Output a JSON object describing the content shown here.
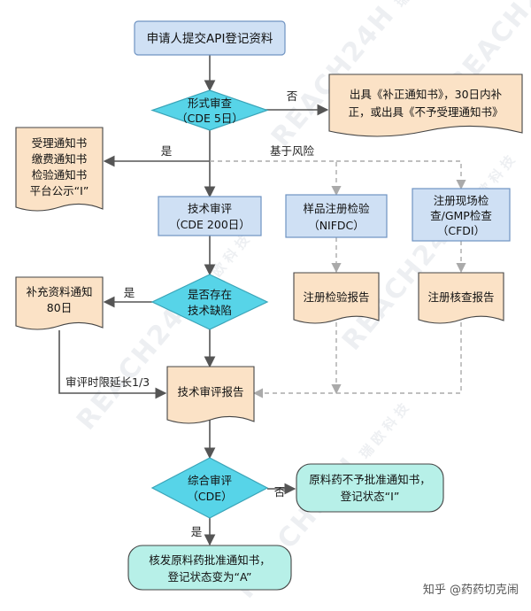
{
  "nodes": {
    "apply": "申请人提交API登记资料",
    "formal_review": [
      "形式审查",
      "（CDE 5日）"
    ],
    "formal_reject": [
      "出具《补正通知书》，30日内补",
      "正，或出具《不予受理通知书》"
    ],
    "accept_notices": [
      "受理通知书",
      "缴费通知书",
      "检验通知书",
      "平台公示“I”"
    ],
    "tech_review": [
      "技术审评",
      "（CDE 200日）"
    ],
    "sample_test": [
      "样品注册检验",
      "（NIFDC）"
    ],
    "site_inspect": [
      "注册现场检",
      "查/GMP检查",
      "（CFDI）"
    ],
    "test_report": "注册检验报告",
    "inspect_report": "注册核查报告",
    "defect_decision": [
      "是否存在",
      "技术缺陷"
    ],
    "supplement": [
      "补充资料通知",
      "80日"
    ],
    "tech_report": "技术审评报告",
    "final_review": [
      "综合审评",
      "（CDE）"
    ],
    "reject_final": [
      "原料药不予批准通知书，",
      "登记状态“I”"
    ],
    "approve": [
      "核发原料药批准通知书，",
      "登记状态变为“A”"
    ]
  },
  "labels": {
    "no_1": "否",
    "yes_1": "是",
    "risk_based": "基于风险",
    "yes_2": "是",
    "extend": "审评时限延长1/3",
    "no_2": "否",
    "yes_3": "是"
  },
  "watermark": {
    "brand": "REACH24H",
    "sub": "瑞 欧 科 技"
  },
  "footer": "知乎 @药药切克闹",
  "colors": {
    "blue_box": "#cfe0f4",
    "blue_stroke": "#6f93c2",
    "diamond": "#57d4e8",
    "diamond_stroke": "#3aa4b8",
    "doc_fill": "#fbe2c6",
    "doc_stroke": "#444444",
    "rounded_fill": "#b7f0e8",
    "arrow": "#555555",
    "dashed": "#aaaaaa"
  }
}
